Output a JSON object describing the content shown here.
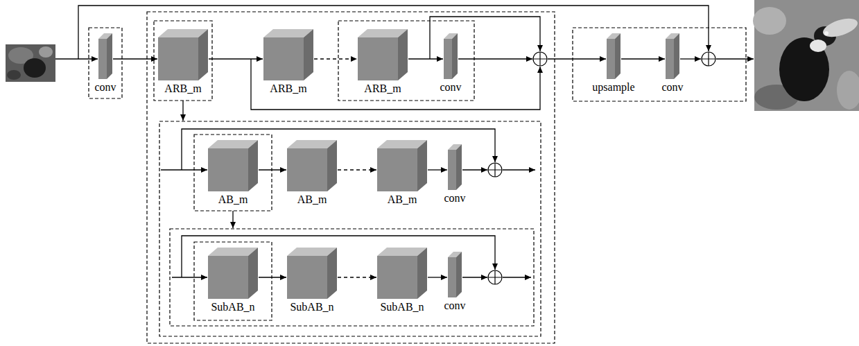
{
  "diagram": {
    "nodes": [
      {
        "text": [
          "conv"
        ]
      },
      {
        "text": [
          "ARB_m"
        ]
      },
      {
        "text": [
          "ARB_m"
        ]
      },
      {
        "text": [
          "ARB_m"
        ]
      },
      {
        "text": [
          "conv"
        ]
      },
      {
        "text": [
          "AB_m"
        ]
      },
      {
        "text": [
          "AB_m"
        ]
      },
      {
        "text": [
          "AB_m"
        ]
      },
      {
        "text": [
          "conv"
        ]
      },
      {
        "text": [
          "SubAB_n"
        ]
      },
      {
        "text": [
          "SubAB_n"
        ]
      },
      {
        "text": [
          "SubAB_n"
        ]
      },
      {
        "text": [
          "conv"
        ]
      },
      {
        "text": [
          "upsample"
        ]
      },
      {
        "text": [
          "conv"
        ]
      }
    ],
    "edges": [
      {
        "from": 0,
        "to": 1,
        "arrow": "to"
      },
      {
        "from": 1,
        "to": 2,
        "arrow": "to"
      },
      {
        "from": 2,
        "to": 3,
        "arrow": "to"
      },
      {
        "from": 3,
        "to": 4,
        "arrow": "to"
      },
      {
        "from": 5,
        "to": 6,
        "arrow": "to"
      },
      {
        "from": 6,
        "to": 7,
        "arrow": "to"
      },
      {
        "from": 7,
        "to": 8,
        "arrow": "to"
      },
      {
        "from": 9,
        "to": 10,
        "arrow": "to"
      },
      {
        "from": 10,
        "to": 11,
        "arrow": "to"
      },
      {
        "from": 11,
        "to": 12,
        "arrow": "to"
      },
      {
        "from": 13,
        "to": 14,
        "arrow": "to"
      }
    ]
  }
}
